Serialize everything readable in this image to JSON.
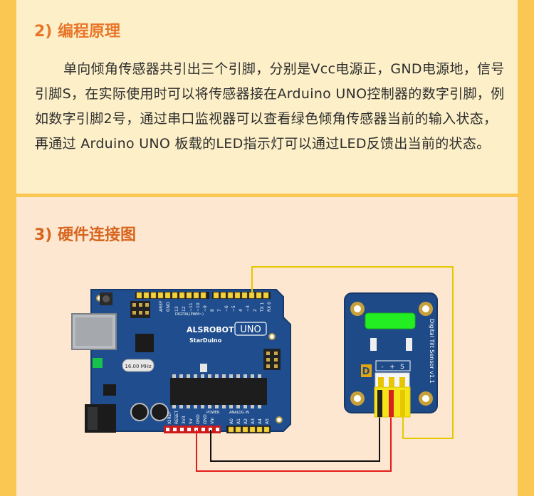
{
  "principle": {
    "title": "2) 编程原理",
    "body": "单向倾角传感器共引出三个引脚，分别是Vcc电源正，GND电源地，信号引脚S，在实际使用时可以将传感器接在Arduino UNO控制器的数字引脚，例如数字引脚2号，通过串口监视器可以查看绿色倾角传感器当前的输入状态，再通过 Arduino UNO 板载的LED指示灯可以通过LED反馈出当前的状态。"
  },
  "hardware": {
    "title": "3) 硬件连接图"
  },
  "board": {
    "brand": "ALSROBOT",
    "model": "UNO",
    "product": "StarDuino",
    "crystal": "16.00 MHz",
    "digital_header": "DIGITAL(PWM~)",
    "gnd_label": "GND",
    "aref_label": "AREF",
    "digital_pins": [
      "13",
      "12",
      "~11",
      "~10",
      "~9",
      "8",
      "7",
      "~6",
      "~5",
      "4",
      "~3",
      "2",
      "TX 1",
      "RX 0"
    ],
    "power_label": "POWER",
    "power_pins": [
      "IOREF",
      "RESET",
      "3V3",
      "5V",
      "GND",
      "GND",
      "Vin"
    ],
    "analog_label": "ANALOG IN",
    "analog_pins": [
      "A0",
      "A1",
      "A2",
      "A3",
      "A4",
      "A5"
    ]
  },
  "sensor": {
    "name": "Digital Tilt Sensor v1.1",
    "logo": "D",
    "pins": [
      "-",
      "+",
      "S"
    ]
  },
  "colors": {
    "board": "#1f4d8d",
    "sensor_board": "#1e4a88",
    "tilt_element": "#22ee22",
    "wire_signal": "#e6c800",
    "wire_power": "#e41b1b",
    "wire_ground": "#111111"
  }
}
